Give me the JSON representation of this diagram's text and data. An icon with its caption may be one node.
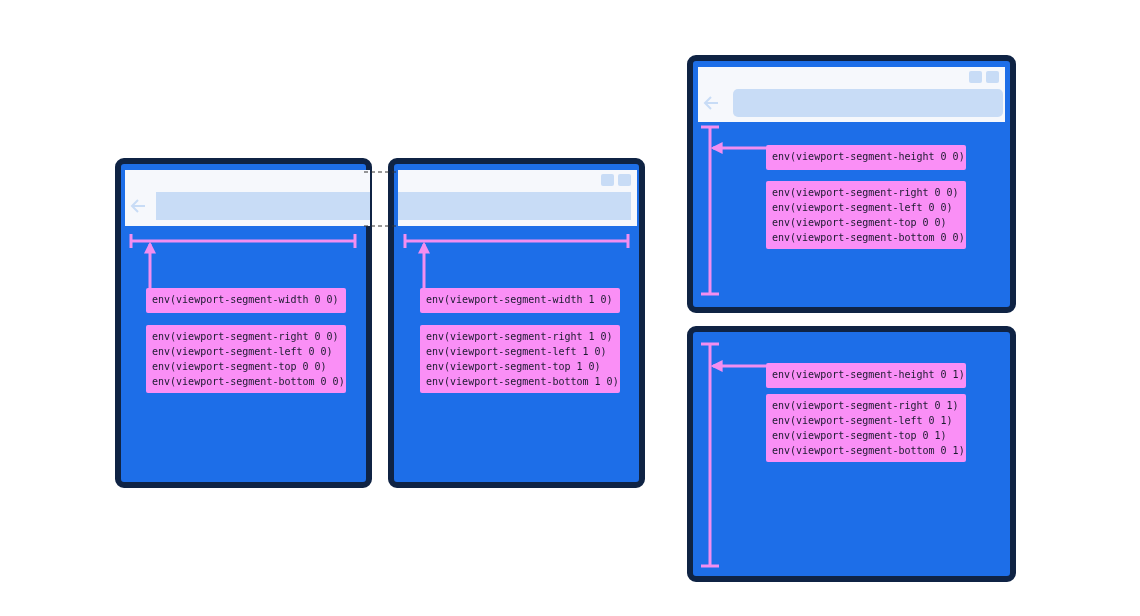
{
  "diagram": {
    "nodes": [
      {
        "text": [],
        "shape": "box"
      },
      {
        "text": [
          "env(viewport-segment-width 0 0)"
        ],
        "in": 0
      },
      {
        "text": [
          "env(viewport-segment-right 0 0)",
          "env(viewport-segment-left 0 0)",
          "env(viewport-segment-top 0 0)",
          "env(viewport-segment-bottom 0 0)"
        ],
        "in": 0
      },
      {
        "text": [],
        "shape": "box"
      },
      {
        "text": [
          "env(viewport-segment-width 1 0)"
        ],
        "in": 3
      },
      {
        "text": [
          "env(viewport-segment-right 1 0)",
          "env(viewport-segment-left 1 0)",
          "env(viewport-segment-top 1 0)",
          "env(viewport-segment-bottom 1 0)"
        ],
        "in": 3
      },
      {
        "text": [],
        "shape": "box"
      },
      {
        "text": [
          "env(viewport-segment-height 0 0)"
        ],
        "in": 6
      },
      {
        "text": [
          "env(viewport-segment-right 0 0)",
          "env(viewport-segment-left 0 0)",
          "env(viewport-segment-top 0 0)",
          "env(viewport-segment-bottom 0 0)"
        ],
        "in": 6
      },
      {
        "text": [],
        "shape": "box"
      },
      {
        "text": [
          "env(viewport-segment-height 0 1)"
        ],
        "in": 9
      },
      {
        "text": [
          "env(viewport-segment-right 0 1)",
          "env(viewport-segment-left 0 1)",
          "env(viewport-segment-top 0 1)",
          "env(viewport-segment-bottom 0 1)"
        ],
        "in": 9
      }
    ],
    "edges": [
      {
        "from": 1,
        "to": null,
        "arrow": "to"
      },
      {
        "from": 4,
        "to": null,
        "arrow": "to"
      },
      {
        "from": 7,
        "to": null,
        "arrow": "to"
      },
      {
        "from": 10,
        "to": null,
        "arrow": "to"
      }
    ]
  }
}
